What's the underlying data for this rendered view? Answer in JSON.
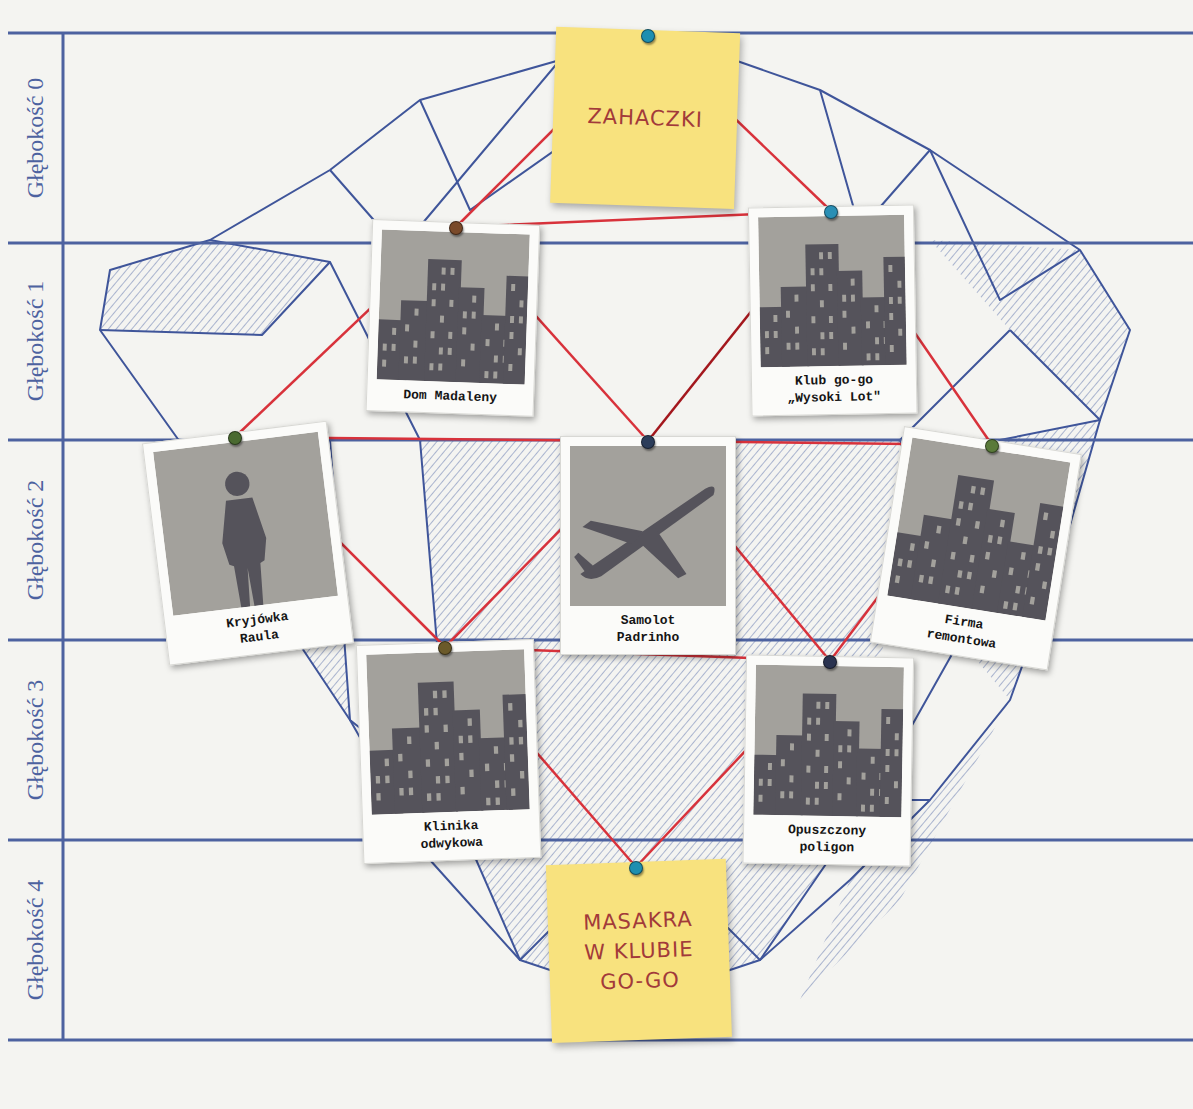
{
  "diagram": {
    "nodes": [
      {
        "text": [
          "ZAHACZKI"
        ]
      },
      {
        "text": [
          "Dom Madaleny"
        ]
      },
      {
        "text": [
          "Klub go-go „Wysoki Lot\""
        ]
      },
      {
        "text": [
          "Kryjówka Raula"
        ]
      },
      {
        "text": [
          "Samolot Padrinho"
        ]
      },
      {
        "text": [
          "Firma remontowa"
        ]
      },
      {
        "text": [
          "Klinika odwykowa"
        ]
      },
      {
        "text": [
          "Opuszczony poligon"
        ]
      },
      {
        "text": [
          "MASAKRA W KLUBIE GO-GO"
        ]
      }
    ],
    "edges": [
      {
        "from": 0,
        "to": 1,
        "arrow": "none"
      },
      {
        "from": 0,
        "to": 2,
        "arrow": "none"
      },
      {
        "from": 1,
        "to": 2,
        "arrow": "none"
      },
      {
        "from": 1,
        "to": 3,
        "arrow": "none"
      },
      {
        "from": 1,
        "to": 4,
        "arrow": "none"
      },
      {
        "from": 2,
        "to": 4,
        "arrow": "none"
      },
      {
        "from": 2,
        "to": 5,
        "arrow": "none"
      },
      {
        "from": 3,
        "to": 4,
        "arrow": "none"
      },
      {
        "from": 4,
        "to": 5,
        "arrow": "none"
      },
      {
        "from": 3,
        "to": 6,
        "arrow": "none"
      },
      {
        "from": 4,
        "to": 6,
        "arrow": "none"
      },
      {
        "from": 4,
        "to": 7,
        "arrow": "none"
      },
      {
        "from": 6,
        "to": 7,
        "arrow": "none"
      },
      {
        "from": 5,
        "to": 7,
        "arrow": "none"
      },
      {
        "from": 6,
        "to": 8,
        "arrow": "none"
      },
      {
        "from": 7,
        "to": 8,
        "arrow": "none"
      }
    ],
    "labels": [
      "Głębokość 0",
      "Głębokość 1",
      "Głębokość 2",
      "Głębokość 3",
      "Głębokość 4"
    ]
  }
}
